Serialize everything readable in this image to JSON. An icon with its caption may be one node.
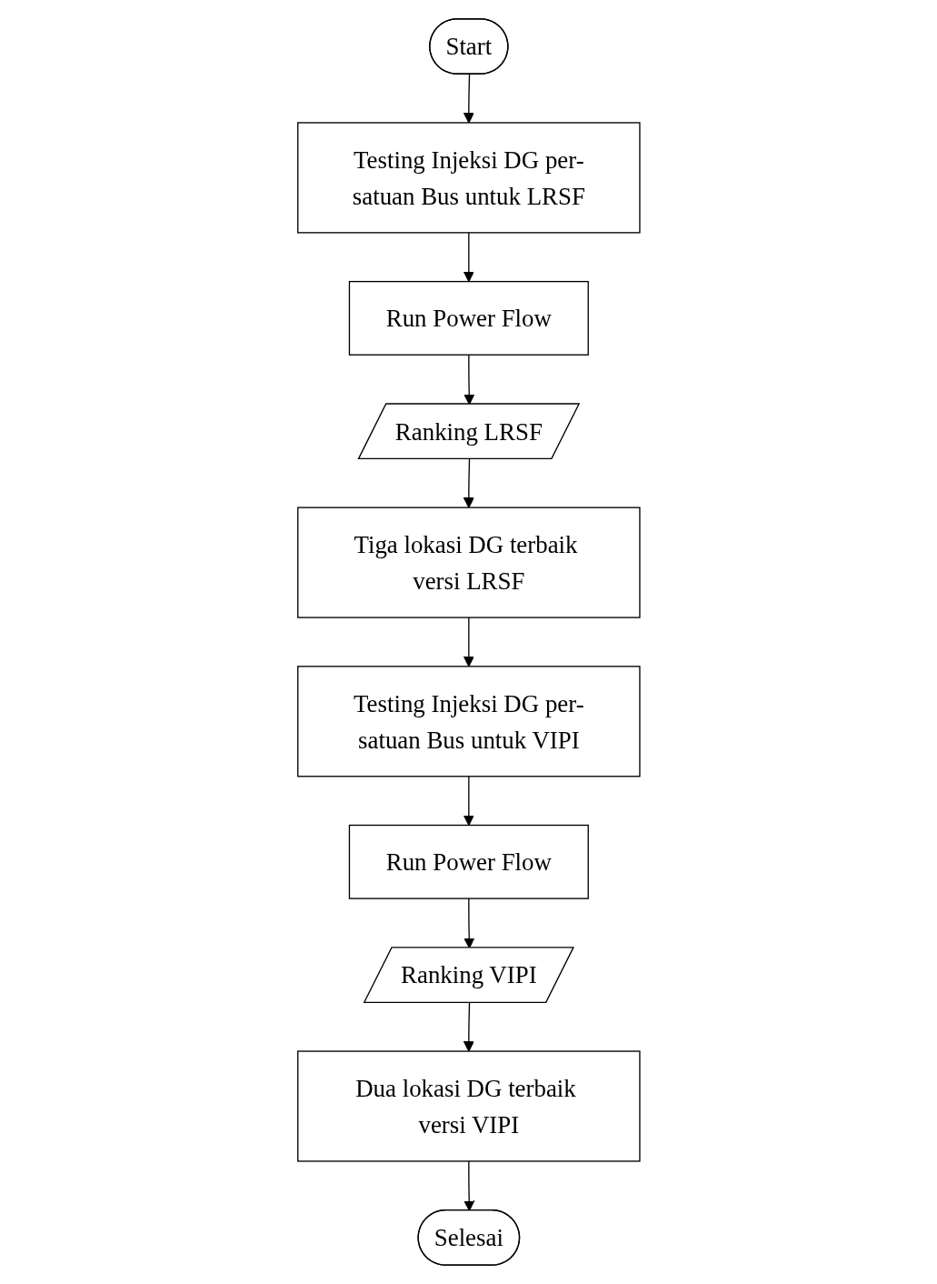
{
  "diagram": {
    "nodes": [
      {
        "text": [
          "Start"
        ]
      },
      {
        "text": [
          "Testing Injeksi DG per-satuan Bus untuk LRSF"
        ]
      },
      {
        "text": [
          "Run Power Flow"
        ]
      },
      {
        "text": [
          "Ranking LRSF"
        ]
      },
      {
        "text": [
          "Tiga lokasi DG terbaik versi LRSF"
        ]
      },
      {
        "text": [
          "Testing Injeksi DG per-satuan Bus untuk VIPI"
        ]
      },
      {
        "text": [
          "Run Power Flow"
        ]
      },
      {
        "text": [
          "Ranking VIPI"
        ]
      },
      {
        "text": [
          "Dua lokasi DG terbaik versi VIPI"
        ]
      },
      {
        "text": [
          "Selesai"
        ]
      }
    ],
    "edges": [
      {
        "from": 0,
        "to": 1,
        "arrow": "to"
      },
      {
        "from": 1,
        "to": 2,
        "arrow": "to"
      },
      {
        "from": 2,
        "to": 3,
        "arrow": "to"
      },
      {
        "from": 3,
        "to": 4,
        "arrow": "to"
      },
      {
        "from": 4,
        "to": 5,
        "arrow": "to"
      },
      {
        "from": 5,
        "to": 6,
        "arrow": "to"
      },
      {
        "from": 6,
        "to": 7,
        "arrow": "to"
      },
      {
        "from": 7,
        "to": 8,
        "arrow": "to"
      },
      {
        "from": 8,
        "to": 9,
        "arrow": "to"
      }
    ]
  }
}
